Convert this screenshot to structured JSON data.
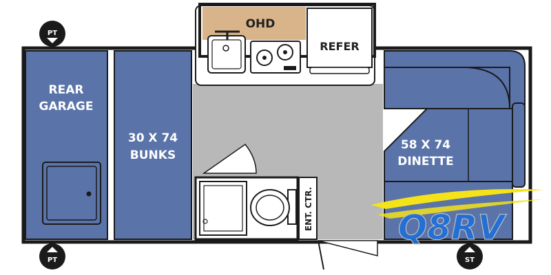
{
  "floorplan": {
    "labels": {
      "rear_garage_line1": "REAR",
      "rear_garage_line2": "GARAGE",
      "bunks_line1": "30 X 74",
      "bunks_line2": "BUNKS",
      "ohd": "OHD",
      "refer": "REFER",
      "dinette_line1": "58 X 74",
      "dinette_line2": "DINETTE",
      "ent_ctr": "ENT. CTR."
    },
    "badges": {
      "top_left": "PT",
      "bottom_left": "PT",
      "bottom_right": "ST"
    },
    "watermark": "Q8RV"
  },
  "colors": {
    "wall": "#1a1a1a",
    "blue_fill": "#5a73a8",
    "floor": "#b8b8b8",
    "ohd": "#d9b48a",
    "white": "#ffffff"
  }
}
